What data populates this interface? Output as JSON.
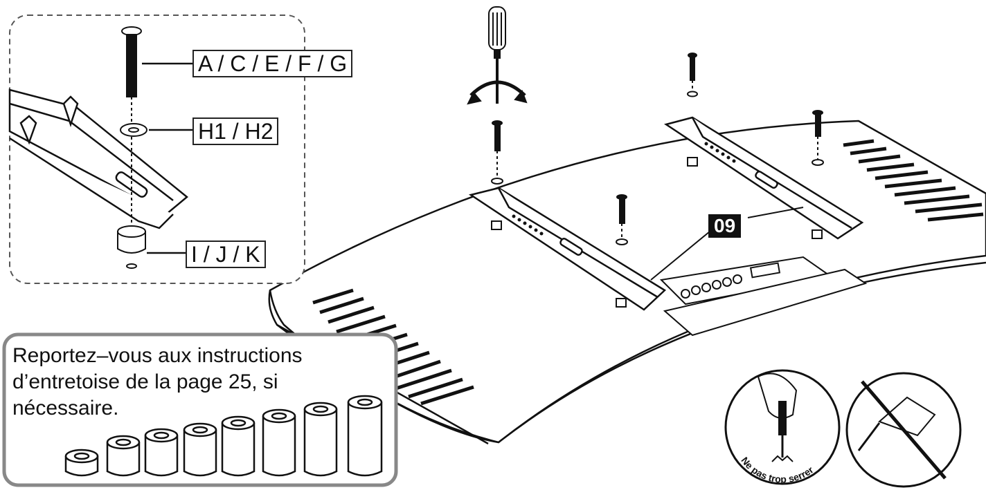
{
  "detail_panel": {
    "screw_label": "A / C / E / F / G",
    "washer_label": "H1 / H2",
    "spacer_label": "I / J / K"
  },
  "part_tag": "09",
  "note": {
    "text": "Reportez–vous aux instructions d’entretoise de la page 25, si nécessaire."
  },
  "warning_icon": {
    "caption": "Ne pas trop serrer",
    "icon": "hand-screwdriver-icon"
  },
  "prohibited_icon": {
    "icon": "power-drill-prohibited-icon"
  },
  "colors": {
    "line": "#111111",
    "panel_border": "#777777",
    "tag_bg": "#111111"
  }
}
